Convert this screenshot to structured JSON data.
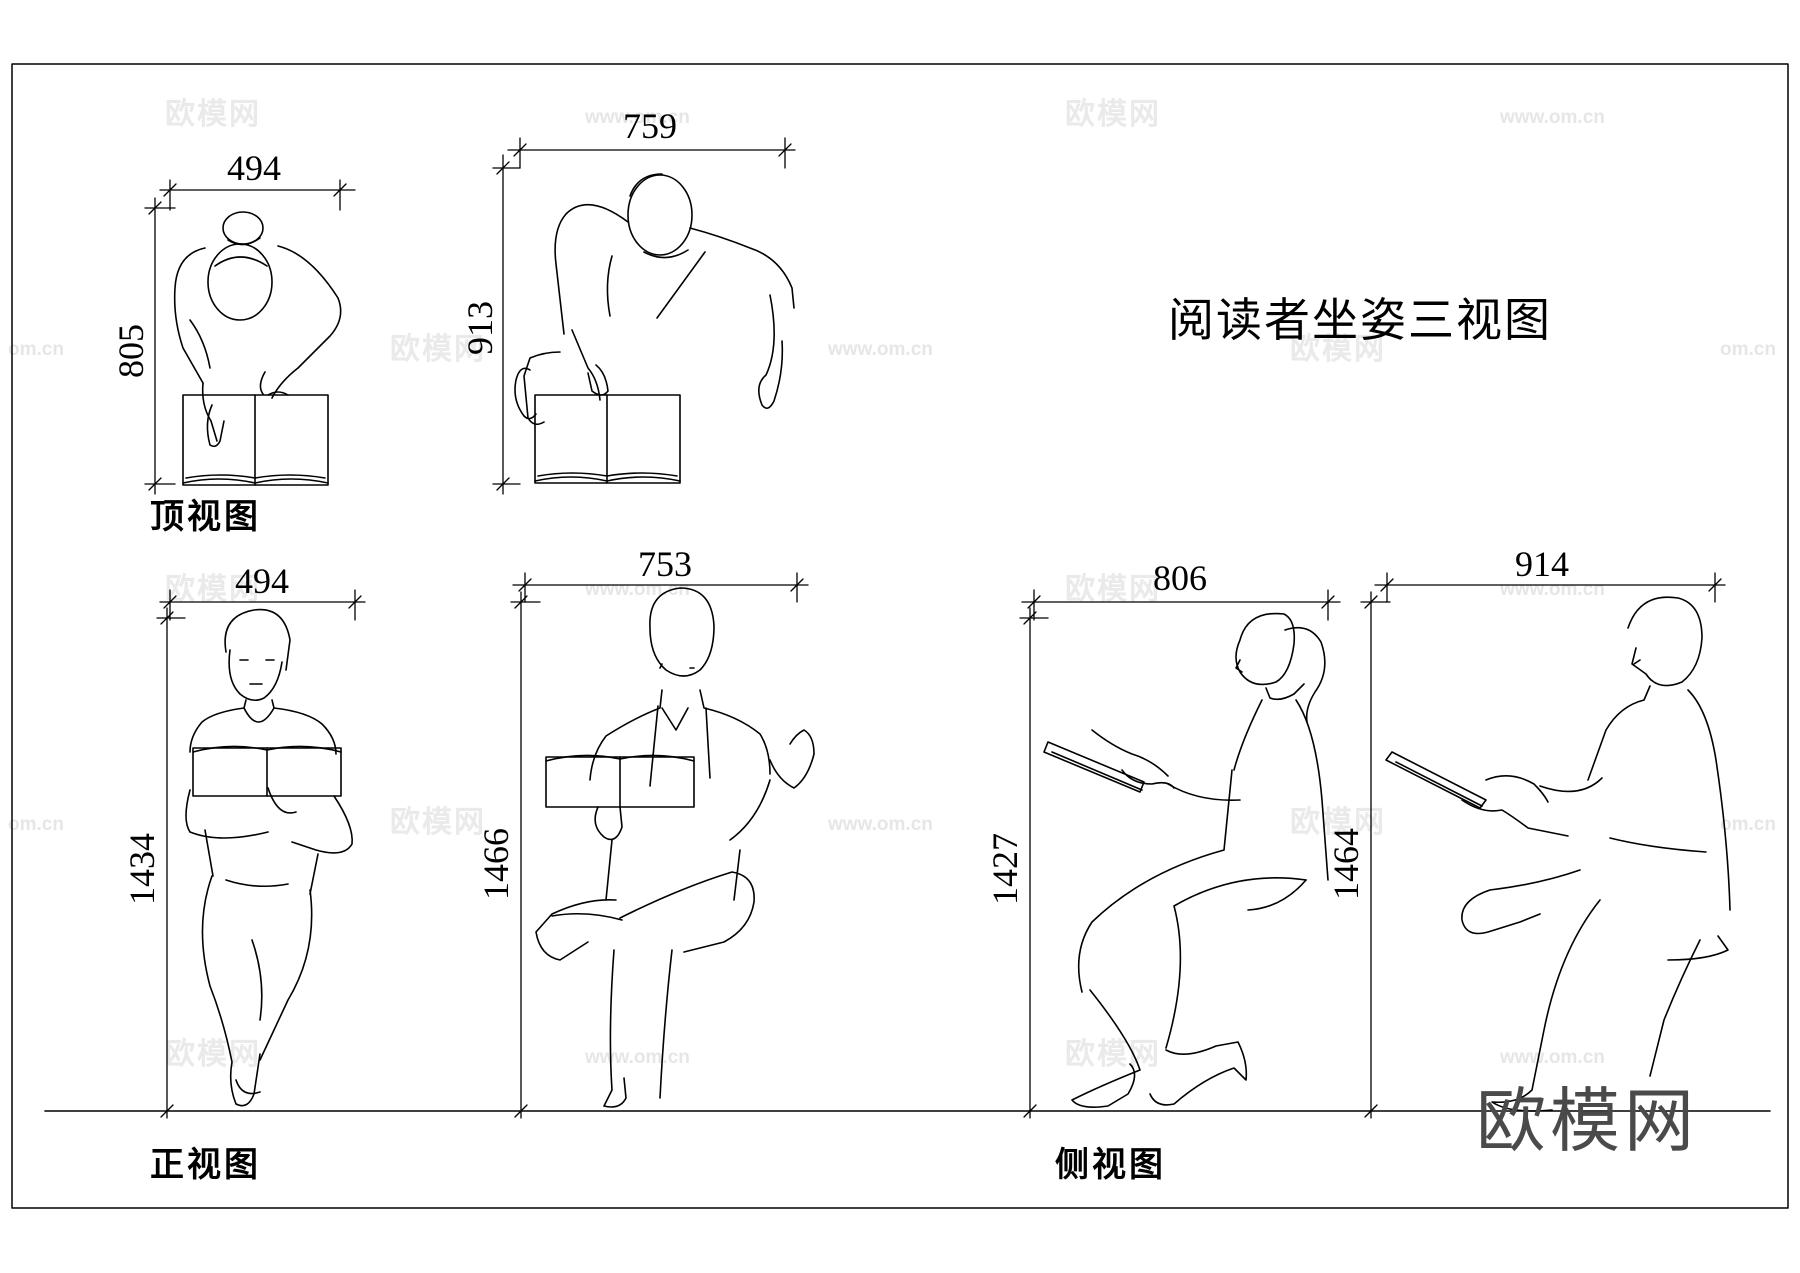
{
  "title": "阅读者坐姿三视图",
  "views": {
    "top": "顶视图",
    "front": "正视图",
    "side": "侧视图"
  },
  "dimensions": {
    "top_left_width": "494",
    "top_left_height": "805",
    "top_right_width": "759",
    "top_right_height": "913",
    "front_female_width": "494",
    "front_female_height": "1434",
    "front_male_width": "753",
    "front_male_height": "1466",
    "side_female_width": "806",
    "side_female_height": "1427",
    "side_male_width": "914",
    "side_male_height": "1464"
  },
  "watermark": {
    "logo": "欧模网",
    "url": "www.om.cn",
    "url_short": "om.cn"
  }
}
